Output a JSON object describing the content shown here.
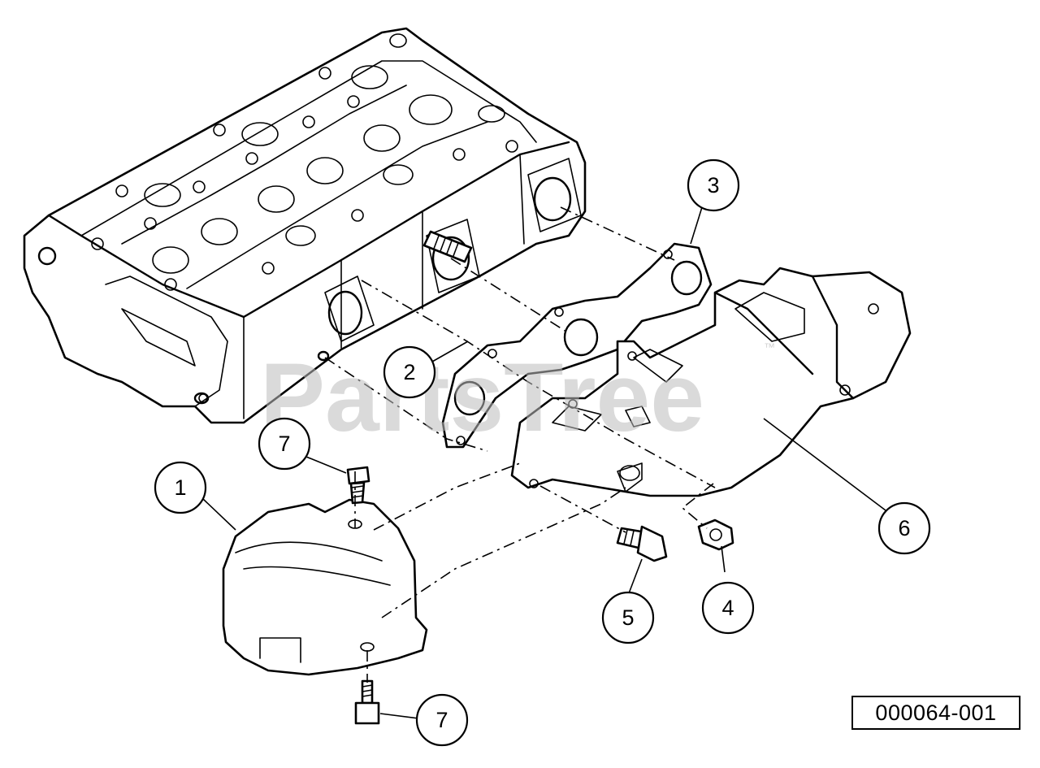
{
  "watermark": {
    "text": "PartsTree",
    "trademark": "™"
  },
  "part_code": "000064-001",
  "callouts": [
    {
      "id": "callout-1",
      "label": "1"
    },
    {
      "id": "callout-2",
      "label": "2"
    },
    {
      "id": "callout-3",
      "label": "3"
    },
    {
      "id": "callout-4",
      "label": "4"
    },
    {
      "id": "callout-5",
      "label": "5"
    },
    {
      "id": "callout-6",
      "label": "6"
    },
    {
      "id": "callout-7-top",
      "label": "7"
    },
    {
      "id": "callout-7-bottom",
      "label": "7"
    }
  ]
}
